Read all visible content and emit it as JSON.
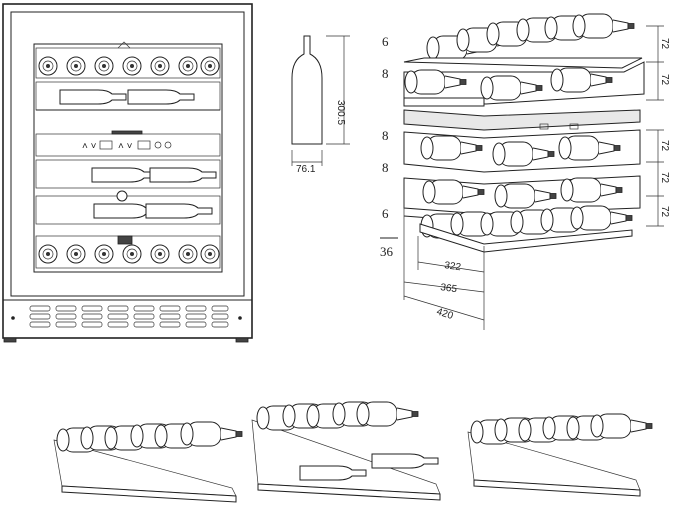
{
  "bottle": {
    "height": "300.5",
    "diameter": "76.1"
  },
  "shelf_counts": [
    "6",
    "8",
    "8",
    "8",
    "6"
  ],
  "total": "36",
  "shelf_heights": [
    "72",
    "72",
    "72",
    "72",
    "72"
  ],
  "depths": [
    "322",
    "365",
    "420"
  ]
}
